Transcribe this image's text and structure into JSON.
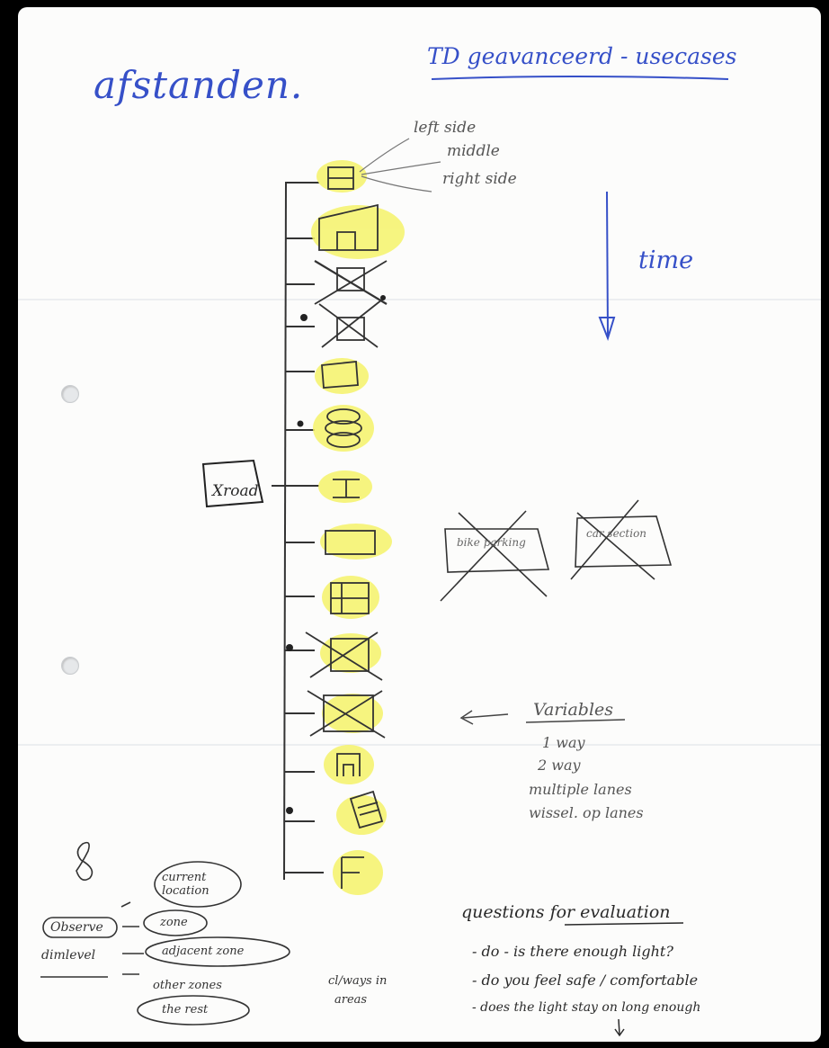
{
  "page": {
    "title": "afstanden.",
    "project": "TD geavanceerd - usecases",
    "diagram": {
      "positions": [
        "left side",
        "middle",
        "right side"
      ],
      "time_label": "time",
      "crossroad_label": "Xroad",
      "crossed_boxes": [
        "bike parking",
        "car section"
      ]
    },
    "variables": {
      "heading": "Variables",
      "items": [
        "1 way",
        "2 way",
        "multiple lanes",
        "wissel. op lanes"
      ]
    },
    "legend": {
      "observe_label": "Observe",
      "detail_label": "dimlevel",
      "items": [
        "current location",
        "zone",
        "adjacent zone",
        "other zones",
        "the rest"
      ]
    },
    "side_note": [
      "cl/ways in",
      "areas"
    ],
    "evaluation": {
      "heading": "questions for evaluation",
      "questions": [
        "- do - is there enough light?",
        "- do you feel safe / comfortable",
        "- does the light stay on long enough"
      ]
    }
  }
}
